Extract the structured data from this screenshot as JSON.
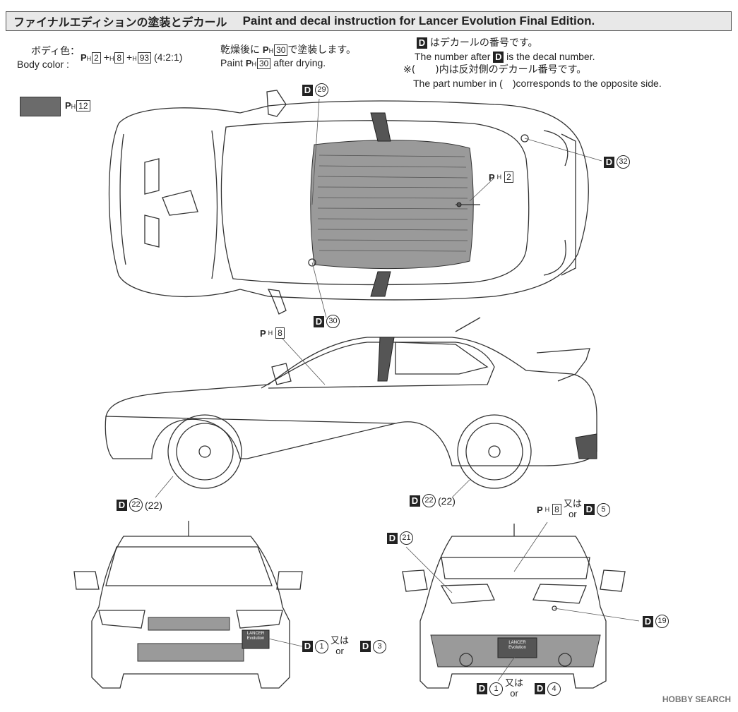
{
  "header": {
    "title_jp": "ファイナルエディションの塗装とデカール",
    "title_en": "Paint and decal instruction for Lancer Evolution Final Edition."
  },
  "body_color": {
    "label_jp": "ボディ色：",
    "label_en": "Body color :",
    "p1": "2",
    "p2": "8",
    "p3": "93",
    "ratio": "(4:2:1)"
  },
  "drying": {
    "line_jp_pre": "乾燥後に",
    "line_jp_post": "で塗装します。",
    "line_en_pre": "Paint",
    "line_en_post": "after drying.",
    "paint": "30"
  },
  "notes": {
    "d_jp": "はデカールの番号です。",
    "d_en_pre": "The number after",
    "d_en_post": "is the decal number.",
    "paren_jp": "※(　　)内は反対側のデカール番号です。",
    "paren_en": "The part number in (　)corresponds to the opposite side."
  },
  "swatch": {
    "paint": "12",
    "color": "#6b6b6b"
  },
  "labels": {
    "D": "D",
    "P": "P",
    "H": "H",
    "or": "or",
    "mata": "又は"
  },
  "callouts": {
    "d29": "29",
    "d30": "30",
    "d32": "32",
    "roof_paint": "2",
    "side_paint": "8",
    "d22_left": "22",
    "d22_left_opp": "(22)",
    "d22_right": "22",
    "d22_right_opp": "(22)",
    "rear_paint": "8",
    "d5": "5",
    "d21": "21",
    "d19": "19",
    "d1_front": "1",
    "d3": "3",
    "d1_rear": "1",
    "d4": "4"
  },
  "plate": {
    "line1": "LANCER",
    "line2": "Evolution"
  },
  "watermark": "HOBBY SEARCH"
}
